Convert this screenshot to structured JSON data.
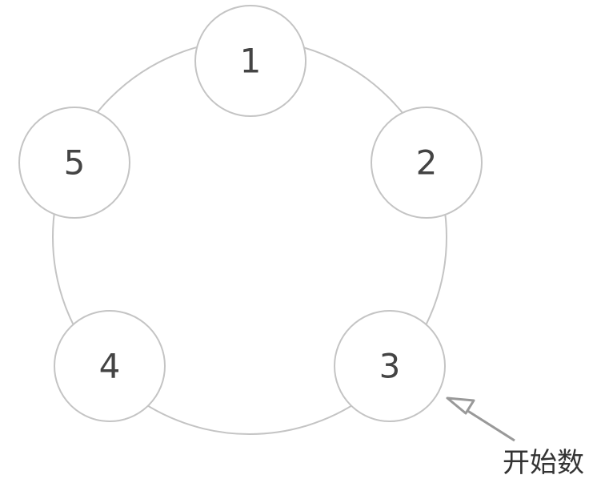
{
  "diagram": {
    "nodes": [
      {
        "label": "1"
      },
      {
        "label": "2"
      },
      {
        "label": "3"
      },
      {
        "label": "4"
      },
      {
        "label": "5"
      }
    ],
    "start_label": "开始数",
    "start_node": "3",
    "line_color": "#c4c4c4",
    "arrow_color": "#999999"
  }
}
